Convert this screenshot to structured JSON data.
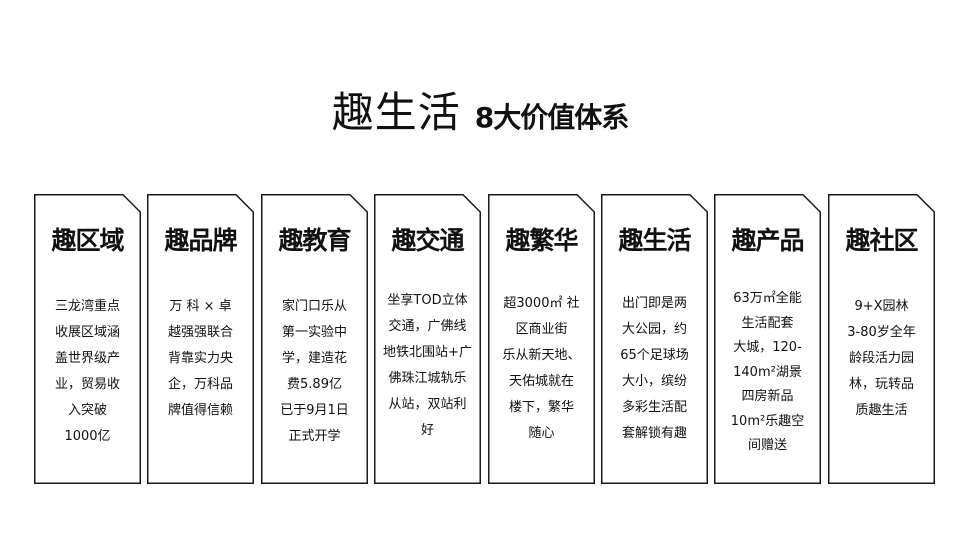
{
  "title": {
    "main": "趣生活",
    "sub": "8大价值体系"
  },
  "cards": [
    {
      "heading": "趣区域",
      "lines": [
        "三龙湾重点",
        "收展区域涵",
        "盖世界级产",
        "业，贸易收",
        "入突破",
        "1000亿"
      ]
    },
    {
      "heading": "趣品牌",
      "lines": [
        "万 科 × 卓",
        "越强强联合",
        "背靠实力央",
        "企，万科品",
        "牌值得信赖"
      ]
    },
    {
      "heading": "趣教育",
      "lines": [
        "家门口乐从",
        "第一实验中",
        "学，建造花",
        "费5.89亿",
        "已于9月1日",
        "正式开学"
      ]
    },
    {
      "heading": "趣交通",
      "lines": [
        "坐享TOD立体",
        "交通，广佛线",
        "地铁北围站+广",
        "佛珠江城轨乐",
        "从站，双站利",
        "好"
      ]
    },
    {
      "heading": "趣繁华",
      "lines": [
        "超3000㎡ 社",
        "区商业街",
        "乐从新天地、",
        "天佑城就在",
        "楼下，繁华",
        "随心"
      ]
    },
    {
      "heading": "趣生活",
      "lines": [
        "出门即是两",
        "大公园，约",
        "65个足球场",
        "大小，缤纷",
        "多彩生活配",
        "套解锁有趣"
      ]
    },
    {
      "heading": "趣产品",
      "lines": [
        "63万㎡全能",
        "生活配套",
        "大城，120-",
        "140m²湖景",
        "四房新品",
        "10m²乐趣空",
        "间赠送"
      ]
    },
    {
      "heading": "趣社区",
      "lines": [
        "9+X园林",
        "3-80岁全年",
        "龄段活力园",
        "林，玩转品",
        "质趣生活"
      ]
    }
  ],
  "colors": {
    "border": "#1a1a1a",
    "text": "#111111",
    "background": "#ffffff"
  }
}
